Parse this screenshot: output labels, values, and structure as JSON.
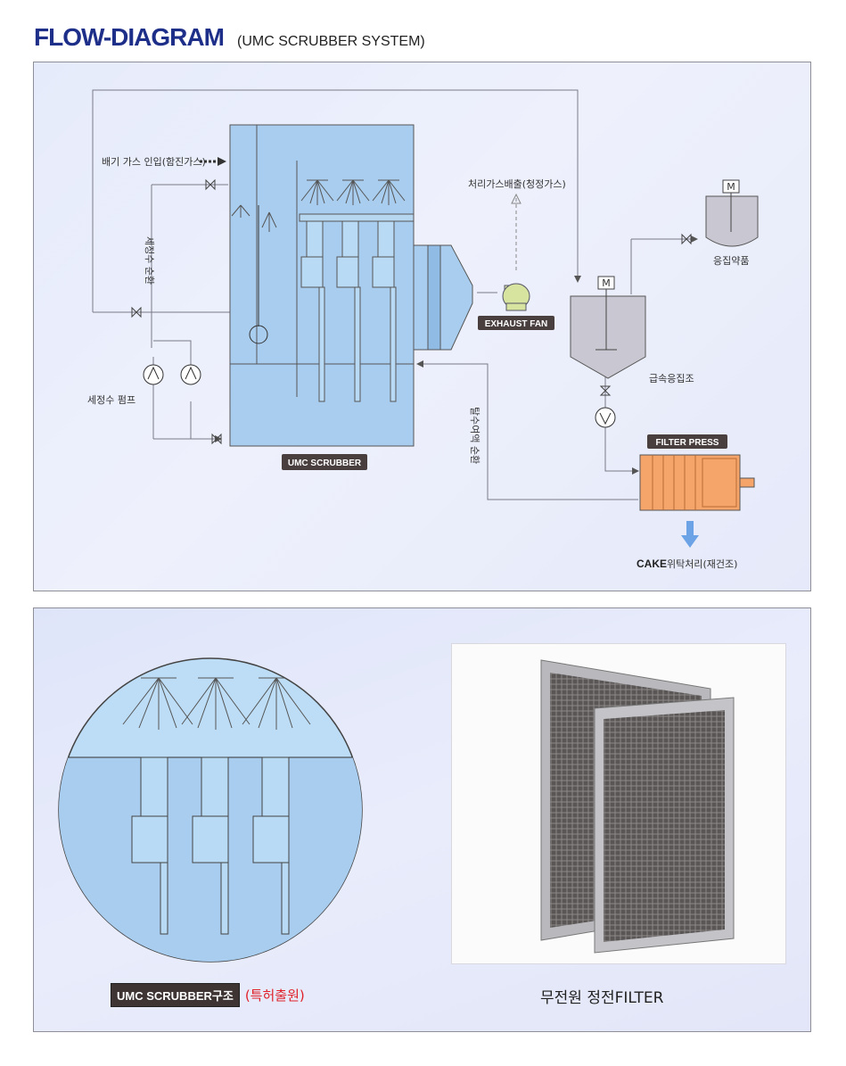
{
  "header": {
    "title": "FLOW-DIAGRAM",
    "subtitle": "(UMC SCRUBBER SYSTEM)"
  },
  "flow_diagram": {
    "gas_inlet": "배기 가스 인입(함진가스)",
    "wash_circulation": "세정수 순환",
    "wash_pump": "세정수 펌프",
    "scrubber": "UMC SCRUBBER",
    "treated_gas_exhaust": "처리가스배출(청정가스)",
    "exhaust_fan": "EXHAUST FAN",
    "motor": "M",
    "coagulant": "응집약품",
    "rapid_coagulation_tank": "급속응집조",
    "filtrate_circulation": "탈수여액 순환",
    "filter_press": "FILTER PRESS",
    "cake": "CAKE",
    "cake_treatment": "위탁처리(재건조)"
  },
  "structure_panel": {
    "badge": "UMC SCRUBBER",
    "suffix": "구조",
    "patent": "(특허출원)"
  },
  "filter_panel": {
    "caption": "무전원 정전FILTER"
  },
  "colors": {
    "title_blue": "#1e2f8a",
    "scrubber_fill": "#a9cdee",
    "filter_press_orange": "#f6a56a",
    "badge_dark": "#4a3f3f",
    "patent_red": "#e0212a",
    "arrow_blue": "#6ba3e6"
  }
}
